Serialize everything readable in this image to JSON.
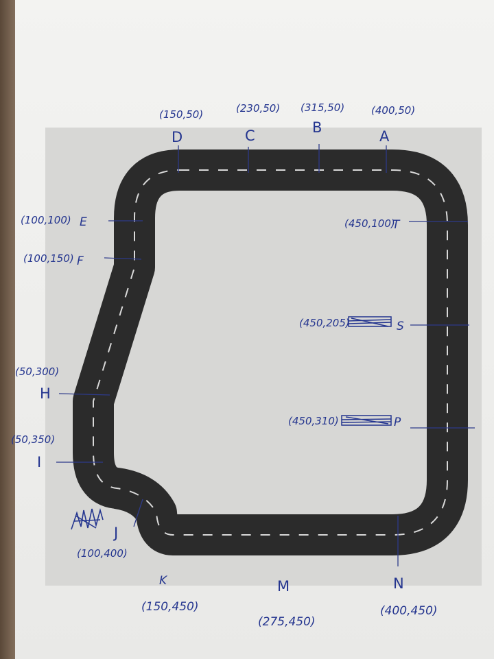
{
  "points": [
    {
      "id": "A",
      "coord": "(400,50)"
    },
    {
      "id": "B",
      "coord": "(315,50)"
    },
    {
      "id": "C",
      "coord": "(230,50)"
    },
    {
      "id": "D",
      "coord": "(150,50)"
    },
    {
      "id": "E",
      "coord": "(100,100)"
    },
    {
      "id": "F",
      "coord": "(100,150)"
    },
    {
      "id": "H",
      "coord": "(50,300)"
    },
    {
      "id": "I",
      "coord": "(50,350)"
    },
    {
      "id": "J",
      "coord": "(100,400)"
    },
    {
      "id": "K",
      "coord": "(150,450)"
    },
    {
      "id": "M",
      "coord": "(275,450)"
    },
    {
      "id": "N",
      "coord": "(400,450)"
    },
    {
      "id": "T",
      "coord": "(450,100)"
    },
    {
      "id": "S",
      "coord": "(450,205)"
    },
    {
      "id": "P",
      "coord": "(450,310)"
    }
  ],
  "colors": {
    "ink": "#24358f",
    "road": "#2b2b2b",
    "lane_marking": "#d9d9d9",
    "printed_area": "#d7d7d5",
    "paper": "#efefed"
  }
}
